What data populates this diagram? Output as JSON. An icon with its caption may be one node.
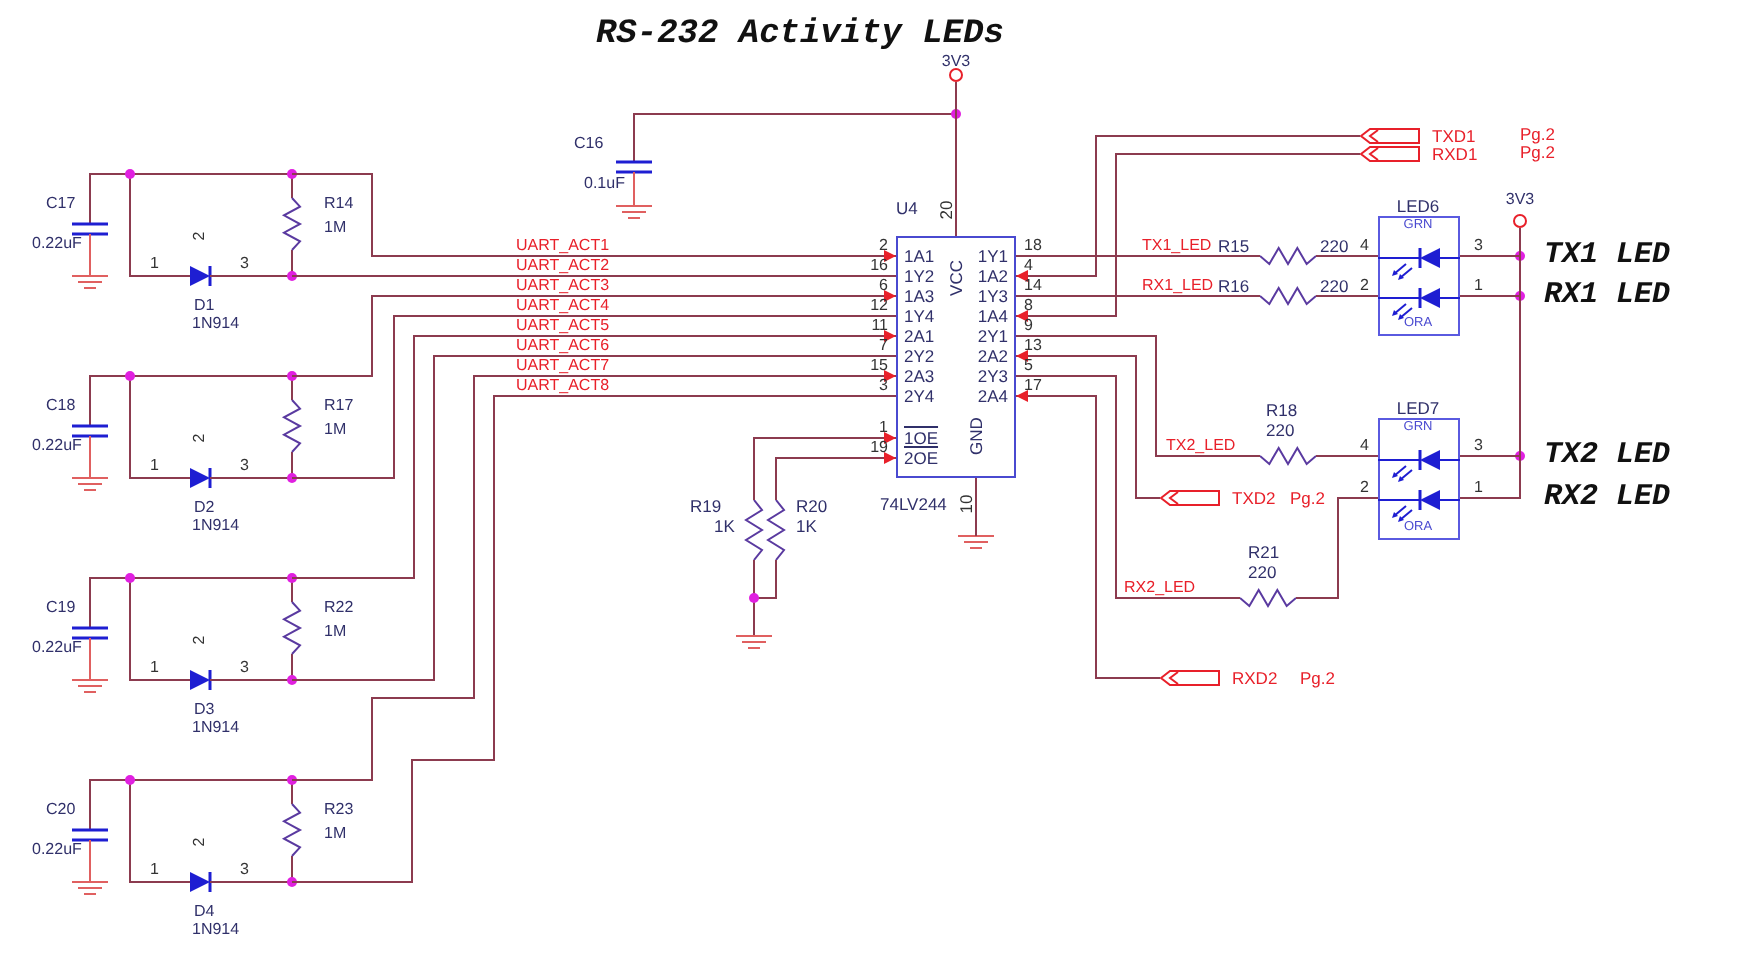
{
  "diagram": {
    "title": "RS-232 Activity LEDs",
    "nodes": [
      {
        "text": [
          "1A1",
          "1Y2",
          "1A3",
          "1Y4",
          "2A1",
          "2Y2",
          "2A3",
          "2Y4",
          "1OE",
          "2OE",
          "VCC",
          "1Y1",
          "1A2",
          "1Y3",
          "1A4",
          "2Y1",
          "2A2",
          "2Y3",
          "2A4",
          "GND"
        ],
        "beside": [
          "U4",
          "20",
          "74LV244",
          "10"
        ]
      },
      {
        "text": [],
        "shape": "flag",
        "beside": [
          "TXD1",
          "Pg.2"
        ]
      },
      {
        "text": [],
        "shape": "flag",
        "beside": [
          "RXD1",
          "Pg.2"
        ]
      },
      {
        "text": [],
        "shape": "resistor",
        "beside": [
          "R15",
          "220"
        ]
      },
      {
        "text": [],
        "shape": "resistor",
        "beside": [
          "R16",
          "220"
        ]
      },
      {
        "text": [
          "GRN",
          "ORA"
        ],
        "beside": [
          "LED6"
        ]
      },
      {
        "text": [],
        "shape": "resistor",
        "beside": [
          "R18",
          "220"
        ]
      },
      {
        "text": [],
        "shape": "flag",
        "beside": [
          "TXD2",
          "Pg.2"
        ]
      },
      {
        "text": [
          "GRN",
          "ORA"
        ],
        "beside": [
          "LED7"
        ]
      },
      {
        "text": [],
        "shape": "resistor",
        "beside": [
          "R21",
          "220"
        ]
      },
      {
        "text": [],
        "shape": "flag",
        "beside": [
          "RXD2",
          "Pg.2"
        ]
      },
      {
        "text": [],
        "shape": "resistor",
        "beside": [
          "R19",
          "1K"
        ]
      },
      {
        "text": [],
        "shape": "resistor",
        "beside": [
          "R20",
          "1K"
        ]
      },
      {
        "text": [
          "3V3"
        ]
      },
      {
        "text": [
          "3V3"
        ]
      }
    ],
    "edges": [
      {
        "from": null,
        "to": 0,
        "arrow": "to",
        "label": "UART_ACT1"
      },
      {
        "from": 0,
        "to": null,
        "arrow": "none",
        "label": "UART_ACT2"
      },
      {
        "from": null,
        "to": 0,
        "arrow": "to",
        "label": "UART_ACT3"
      },
      {
        "from": 0,
        "to": null,
        "arrow": "none",
        "label": "UART_ACT4"
      },
      {
        "from": null,
        "to": 0,
        "arrow": "to",
        "label": "UART_ACT5"
      },
      {
        "from": 0,
        "to": null,
        "arrow": "none",
        "label": "UART_ACT6"
      },
      {
        "from": null,
        "to": 0,
        "arrow": "to",
        "label": "UART_ACT7"
      },
      {
        "from": 0,
        "to": null,
        "arrow": "none",
        "label": "UART_ACT8"
      },
      {
        "from": 11,
        "to": 0,
        "arrow": "to"
      },
      {
        "from": 12,
        "to": 0,
        "arrow": "to"
      },
      {
        "from": 0,
        "to": 13,
        "arrow": "none"
      },
      {
        "from": 0,
        "to": null,
        "arrow": "none"
      },
      {
        "from": 0,
        "to": 3,
        "arrow": "none",
        "label": "TX1_LED"
      },
      {
        "from": 3,
        "to": 5,
        "arrow": "none"
      },
      {
        "from": 1,
        "to": 0,
        "arrow": "to"
      },
      {
        "from": 0,
        "to": 4,
        "arrow": "none",
        "label": "RX1_LED"
      },
      {
        "from": 4,
        "to": 5,
        "arrow": "none"
      },
      {
        "from": 2,
        "to": 0,
        "arrow": "to"
      },
      {
        "from": 0,
        "to": 6,
        "arrow": "none",
        "label": "TX2_LED"
      },
      {
        "from": 6,
        "to": 8,
        "arrow": "none"
      },
      {
        "from": 7,
        "to": 0,
        "arrow": "to"
      },
      {
        "from": 0,
        "to": 9,
        "arrow": "none",
        "label": "RX2_LED"
      },
      {
        "from": 9,
        "to": 8,
        "arrow": "none"
      },
      {
        "from": 10,
        "to": 0,
        "arrow": "to"
      },
      {
        "from": 5,
        "to": 14,
        "arrow": "none"
      },
      {
        "from": 5,
        "to": 14,
        "arrow": "none"
      },
      {
        "from": 8,
        "to": 14,
        "arrow": "none"
      },
      {
        "from": 8,
        "to": 14,
        "arrow": "none"
      }
    ],
    "labels": [
      "C16",
      "0.1uF",
      "C17",
      "0.22uF",
      "2",
      "1",
      "3",
      "D1",
      "1N914",
      "R14",
      "1M",
      "C18",
      "0.22uF",
      "2",
      "1",
      "3",
      "D2",
      "1N914",
      "R17",
      "1M",
      "C19",
      "0.22uF",
      "2",
      "1",
      "3",
      "D3",
      "1N914",
      "R22",
      "1M",
      "C20",
      "0.22uF",
      "2",
      "1",
      "3",
      "D4",
      "1N914",
      "R23",
      "1M",
      "2",
      "16",
      "6",
      "12",
      "11",
      "7",
      "15",
      "3",
      "1",
      "19",
      "18",
      "4",
      "14",
      "8",
      "9",
      "13",
      "5",
      "17",
      "4",
      "3",
      "TX1 LED",
      "2",
      "1",
      "RX1 LED",
      "4",
      "3",
      "TX2 LED",
      "2",
      "1",
      "RX2 LED"
    ]
  }
}
